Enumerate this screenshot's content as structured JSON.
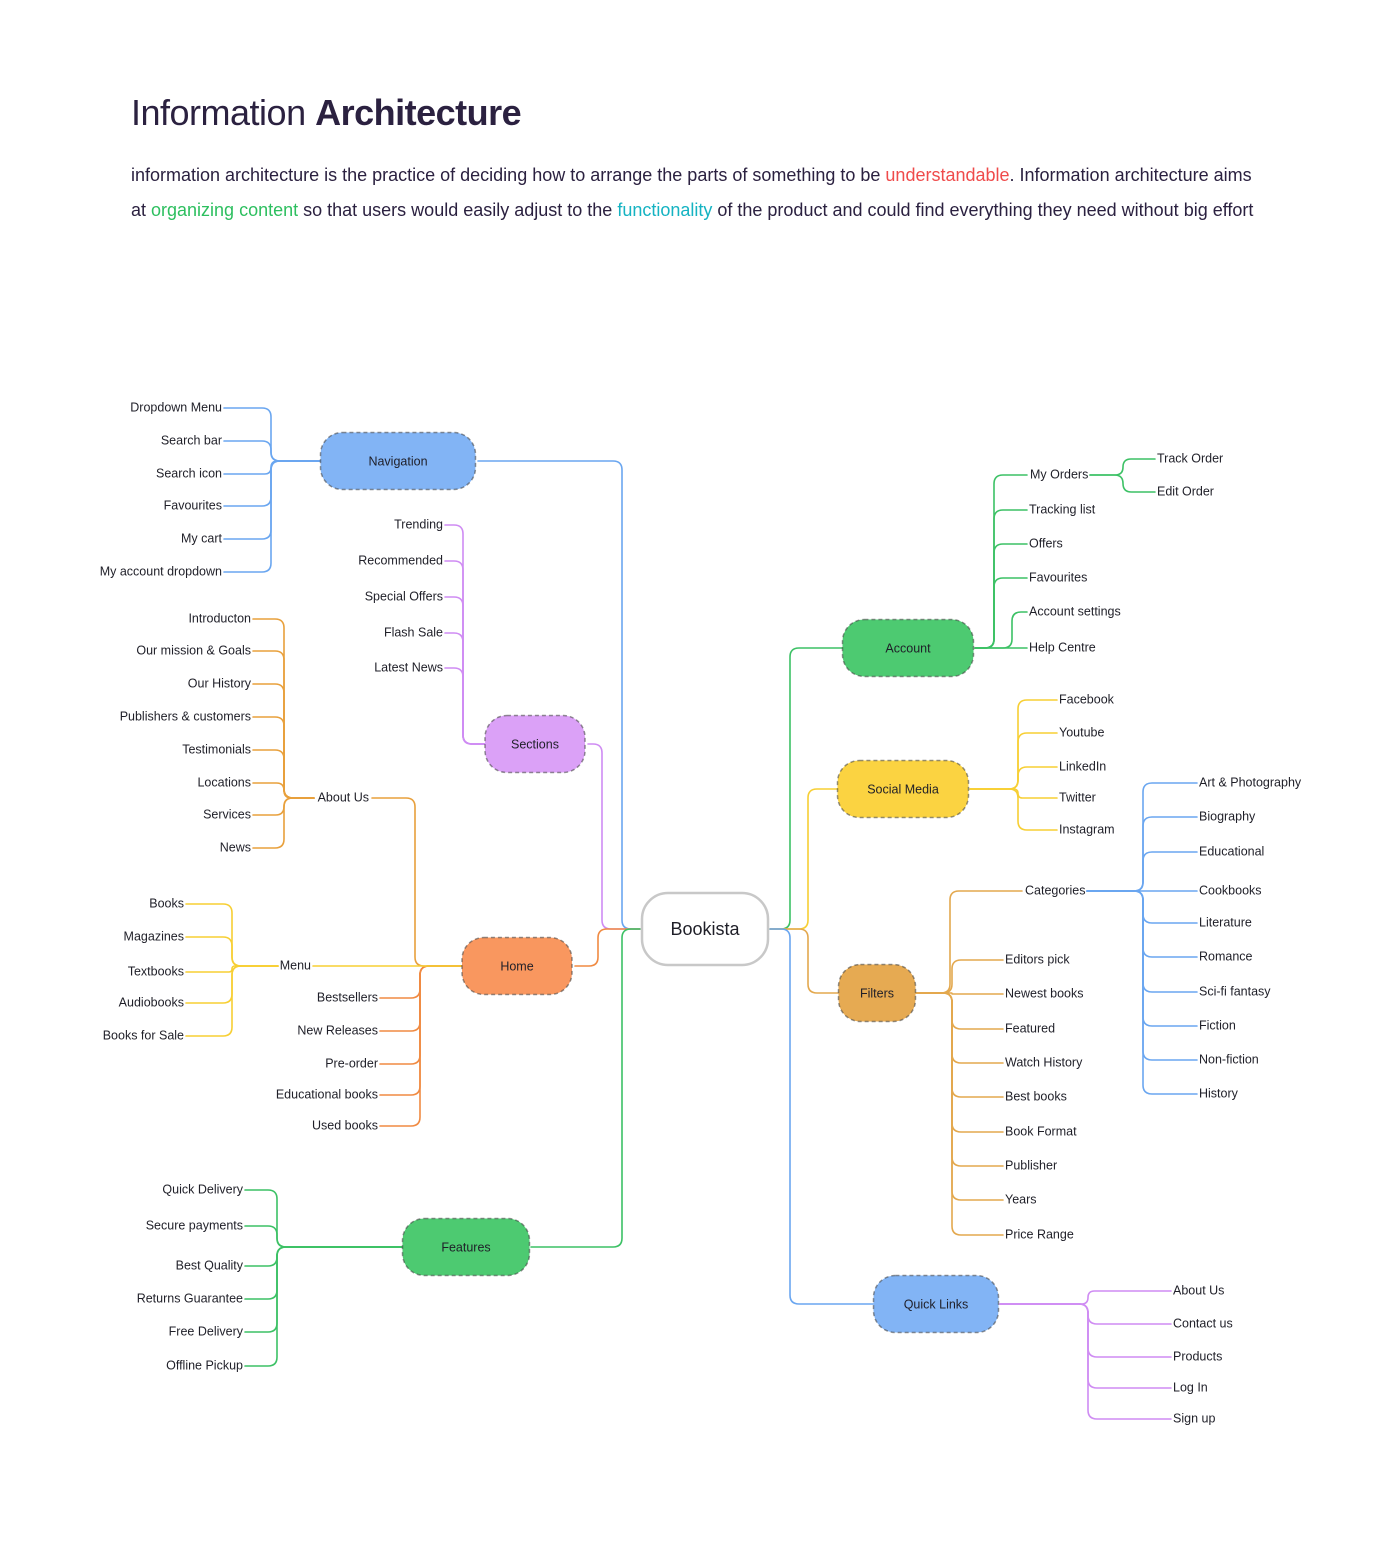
{
  "title": {
    "light": "Information",
    "bold": "Architecture"
  },
  "intro": {
    "p1": "information architecture is the practice of deciding how to arrange the parts of something to be ",
    "h1": "understandable",
    "p2": ". Information architecture aims at ",
    "h2": "organizing content",
    "p3": " so that users would easily adjust to the ",
    "h3": "functionality",
    "p4": " of the product and could find everything they need without big effort"
  },
  "colors": {
    "blue": "#6aa6f0",
    "blueFill": "#82b4f5",
    "purple": "#cf8cf3",
    "purpleFill": "#dba1f7",
    "orange": "#f08a42",
    "orangeFill": "#f9975f",
    "amber": "#e8a03c",
    "yellow": "#f7cf34",
    "yellowFill": "#fbd341",
    "green": "#3cc165",
    "greenFill": "#4dca71",
    "gold": "#e3a84e",
    "goldFill": "#e6aa52",
    "rootStroke": "#c8c8c8"
  },
  "root": {
    "label": "Bookista"
  },
  "branches": [
    {
      "label": "Navigation",
      "color": "blue",
      "items": [
        "Dropdown Menu",
        "Search bar",
        "Search icon",
        "Favourites",
        "My cart",
        "My account dropdown"
      ]
    },
    {
      "label": "Sections",
      "color": "purple",
      "items": [
        "Trending",
        "Recommended",
        "Special Offers",
        "Flash Sale",
        "Latest News"
      ]
    },
    {
      "label": "Home",
      "color": "orange",
      "items": [
        "Bestsellers",
        "New Releases",
        "Pre-order",
        "Educational books",
        "Used books"
      ],
      "subgroups": [
        {
          "label": "About Us",
          "color": "amber",
          "items": [
            "Introducton",
            "Our mission & Goals",
            "Our History",
            "Publishers & customers",
            "Testimonials",
            "Locations",
            "Services",
            "News"
          ]
        },
        {
          "label": "Menu",
          "color": "yellow",
          "items": [
            "Books",
            "Magazines",
            "Textbooks",
            "Audiobooks",
            "Books for Sale"
          ]
        }
      ]
    },
    {
      "label": "Features",
      "color": "green",
      "items": [
        "Quick Delivery",
        "Secure payments",
        "Best Quality",
        "Returns Guarantee",
        "Free Delivery",
        "Offline Pickup"
      ]
    },
    {
      "label": "Account",
      "color": "green",
      "items": [
        "Tracking list",
        "Offers",
        "Favourites",
        "Account settings",
        "Help Centre"
      ],
      "subgroups": [
        {
          "label": "My Orders",
          "color": "green",
          "items": [
            "Track Order",
            "Edit Order"
          ]
        }
      ]
    },
    {
      "label": "Social Media",
      "color": "yellow",
      "items": [
        "Facebook",
        "Youtube",
        "LinkedIn",
        "Twitter",
        "Instagram"
      ]
    },
    {
      "label": "Filters",
      "color": "gold",
      "items": [
        "Editors pick",
        "Newest books",
        "Featured",
        "Watch History",
        "Best books",
        "Book Format",
        "Publisher",
        "Years",
        "Price Range"
      ],
      "subgroups": [
        {
          "label": "Categories",
          "color": "blue",
          "items": [
            "Art & Photography",
            "Biography",
            "Educational",
            "Cookbooks",
            "Literature",
            "Romance",
            "Sci-fi fantasy",
            "Fiction",
            "Non-fiction",
            "History"
          ]
        }
      ]
    },
    {
      "label": "Quick Links",
      "color": "purple",
      "items": [
        "About Us",
        "Contact us",
        "Products",
        "Log In",
        "Sign up"
      ]
    }
  ]
}
